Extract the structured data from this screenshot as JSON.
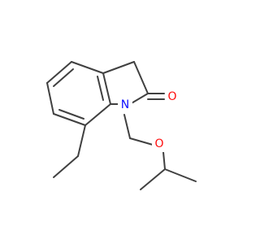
{
  "molecule": {
    "atoms": {
      "carbonyl_oxygen": {
        "label": "O",
        "color": "#ff0d0d"
      },
      "ring_nitrogen": {
        "label": "N",
        "color": "#0d0dff"
      },
      "ether_oxygen": {
        "label": "O",
        "color": "#ff0d0d"
      }
    },
    "bond_color": "#404040"
  }
}
